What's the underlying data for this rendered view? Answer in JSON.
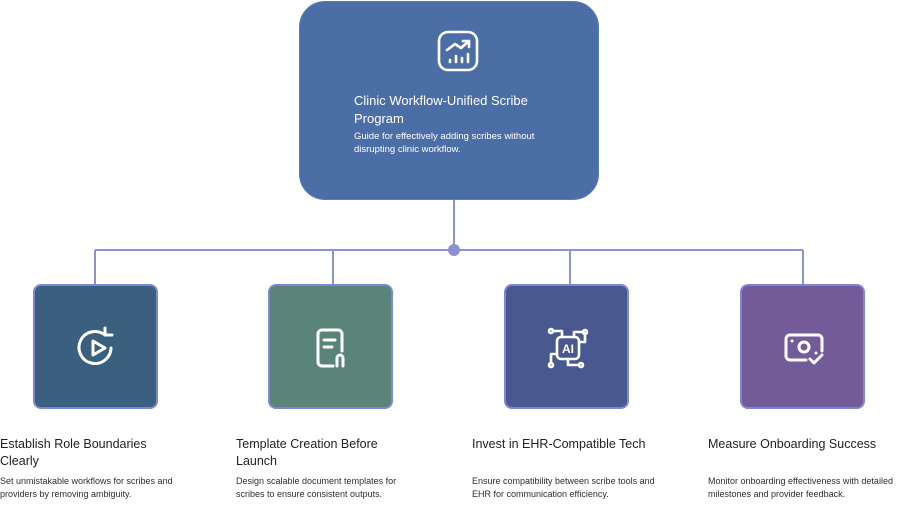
{
  "root": {
    "title": "Clinic Workflow-Unified Scribe Program",
    "description": "Guide for effectively adding scribes without disrupting clinic workflow.",
    "icon": "growth-chart-icon",
    "color": "#4c6ea6"
  },
  "connector_color": "#8b93cf",
  "steps": [
    {
      "title": "Establish Role Boundaries Clearly",
      "description": "Set unmistakable workflows for scribes and providers by removing ambiguity.",
      "icon": "play-cycle-icon",
      "color": "#3a5f7f"
    },
    {
      "title": "Template Creation Before Launch",
      "description": "Design scalable document templates for scribes to ensure consistent outputs.",
      "icon": "document-icon",
      "color": "#5a8478"
    },
    {
      "title": "Invest in EHR-Compatible Tech",
      "description": "Ensure compatibility between scribe tools and EHR for communication efficiency.",
      "icon": "ai-chip-icon",
      "color": "#4a5890"
    },
    {
      "title": "Measure Onboarding Success",
      "description": "Monitor onboarding effectiveness with detailed milestones and provider feedback.",
      "icon": "money-check-icon",
      "color": "#735a98"
    }
  ]
}
